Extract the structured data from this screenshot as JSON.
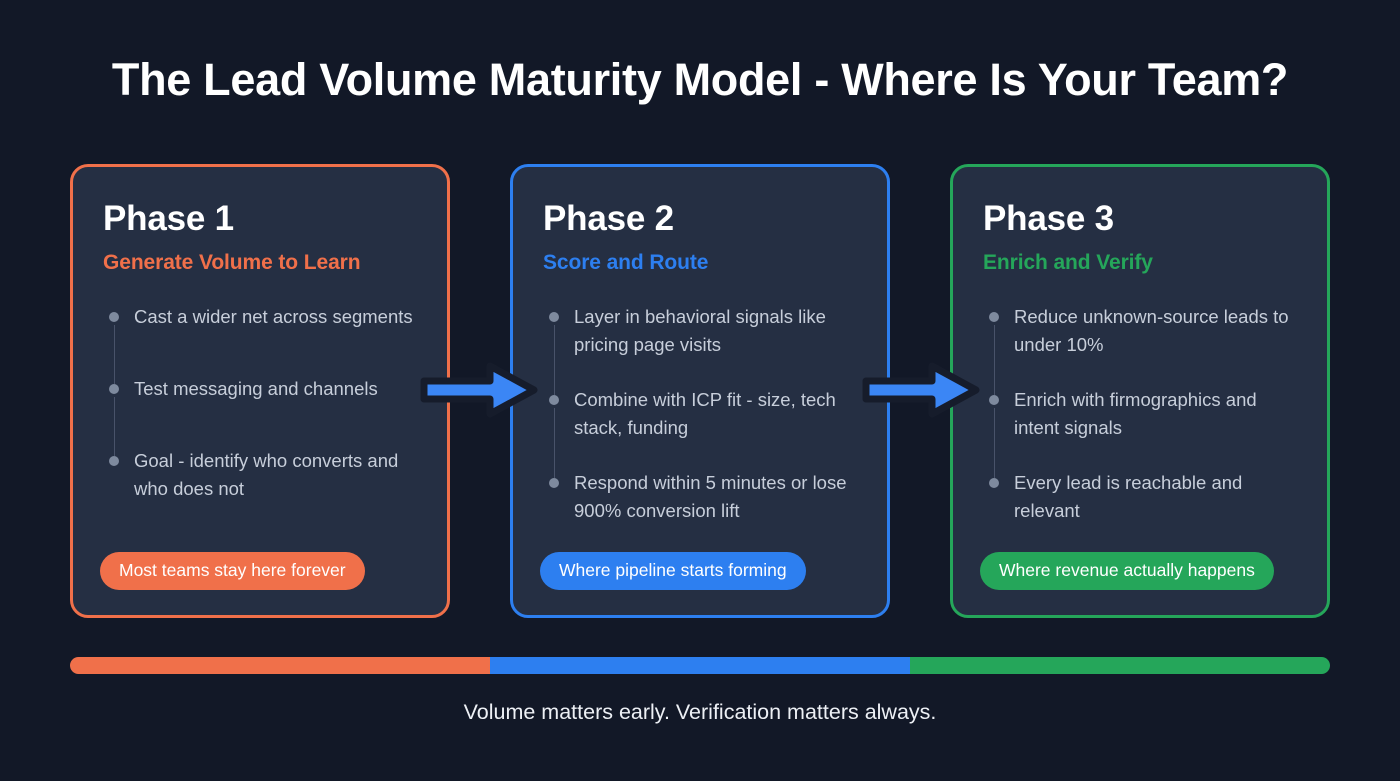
{
  "title": "The Lead Volume Maturity Model - Where Is Your Team?",
  "footer": "Volume matters early. Verification matters always.",
  "colors": {
    "background": "#121827",
    "card_surface": "#252F43",
    "phase1": "#F0704A",
    "phase2": "#2D7FF0",
    "phase3": "#25A65A",
    "body_text": "#C7CEDA",
    "bullet_dot": "#7E8A9E",
    "connector": "#49536A"
  },
  "phases": [
    {
      "name": "Phase 1",
      "subtitle": "Generate Volume to Learn",
      "accent": "#F0704A",
      "bullets": [
        "Cast a wider net across segments",
        "Test messaging and channels",
        "Goal - identify who converts and who does not"
      ],
      "badge": "Most teams stay here forever"
    },
    {
      "name": "Phase 2",
      "subtitle": "Score and Route",
      "accent": "#2D7FF0",
      "bullets": [
        "Layer in behavioral signals like pricing page visits",
        "Combine with ICP fit - size, tech stack, funding",
        "Respond within 5 minutes or lose 900% conversion lift"
      ],
      "badge": "Where pipeline starts forming"
    },
    {
      "name": "Phase 3",
      "subtitle": "Enrich and Verify",
      "accent": "#25A65A",
      "bullets": [
        "Reduce unknown-source leads to under 10%",
        "Enrich with firmographics and intent signals",
        "Every lead is reachable and relevant"
      ],
      "badge": "Where revenue actually happens"
    }
  ],
  "arrows": [
    {
      "label": "arrow-phase1-to-phase2",
      "color": "#2D7FF0"
    },
    {
      "label": "arrow-phase2-to-phase3",
      "color": "#2D7FF0"
    }
  ],
  "progress_segments": [
    {
      "label": "Phase 1",
      "color": "#F0704A",
      "width_percent": 33.3
    },
    {
      "label": "Phase 2",
      "color": "#2D7FF0",
      "width_percent": 33.4
    },
    {
      "label": "Phase 3",
      "color": "#25A65A",
      "width_percent": 33.3
    }
  ]
}
